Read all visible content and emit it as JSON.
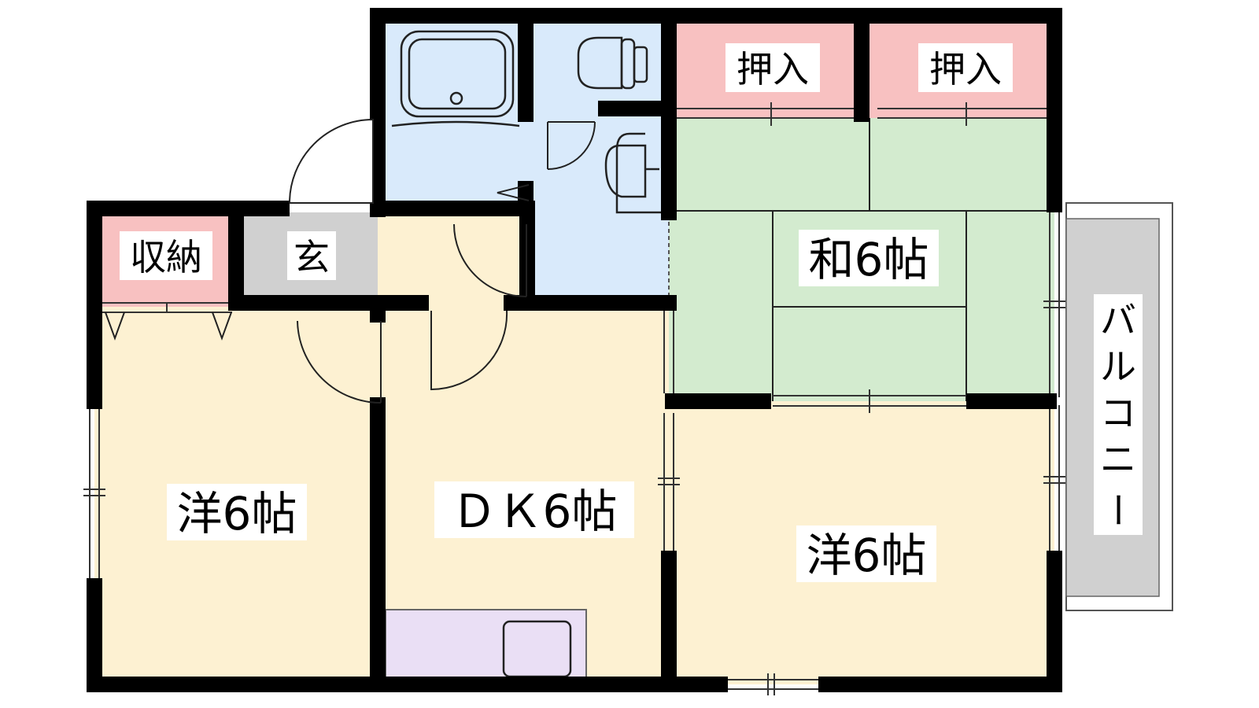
{
  "rooms": {
    "washitsu": "和6帖",
    "dk": "ＤＫ6帖",
    "yoshitsu_left": "洋6帖",
    "yoshitsu_right": "洋6帖"
  },
  "storage": {
    "shuno": "収納",
    "oshiire_1": "押入",
    "oshiire_2": "押入"
  },
  "entrance": "玄",
  "balcony": [
    "バ",
    "ル",
    "コ",
    "ニ",
    "ー"
  ],
  "colors": {
    "wall": "#000000",
    "western_floor": "#fdf1d2",
    "tatami": "#d3ebcf",
    "wet_area": "#d9eafb",
    "storage": "#f8c1c1",
    "entrance": "#d0d0d0",
    "kitchen": "#eadff5",
    "balcony": "#d0d0d0"
  }
}
